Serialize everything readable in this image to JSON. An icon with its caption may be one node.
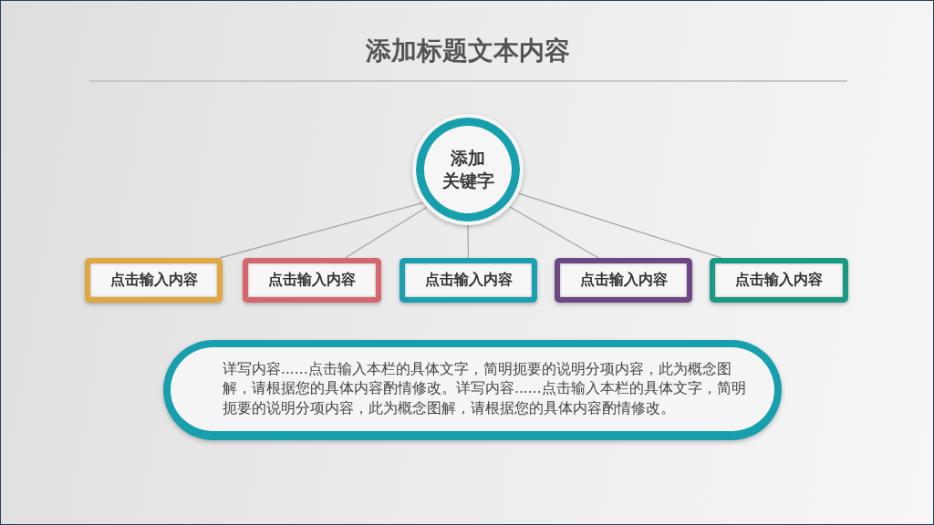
{
  "diagram": {
    "title": "添加标题文本内容",
    "nodes": [
      {
        "text": [
          "添加关键字"
        ]
      },
      {
        "text": [
          "点击输入内容"
        ]
      },
      {
        "text": [
          "点击输入内容"
        ]
      },
      {
        "text": [
          "点击输入内容"
        ]
      },
      {
        "text": [
          "点击输入内容"
        ]
      },
      {
        "text": [
          "点击输入内容"
        ]
      },
      {
        "text": [
          "详写内容......点击输入本栏的具体文字，简明扼要的说明分项内容，此为概念图解，请根据您的具体内容酌情修改。详写内容......点击输入本栏的具体文字，简明扼要的说明分项内容，此为概念图解，请根据您的具体内容酌情修改。"
        ]
      }
    ],
    "edges": [
      {
        "from": 0,
        "to": 1,
        "arrow": "none"
      },
      {
        "from": 0,
        "to": 2,
        "arrow": "none"
      },
      {
        "from": 0,
        "to": 3,
        "arrow": "none"
      },
      {
        "from": 0,
        "to": 4,
        "arrow": "none"
      },
      {
        "from": 0,
        "to": 5,
        "arrow": "none"
      }
    ]
  }
}
